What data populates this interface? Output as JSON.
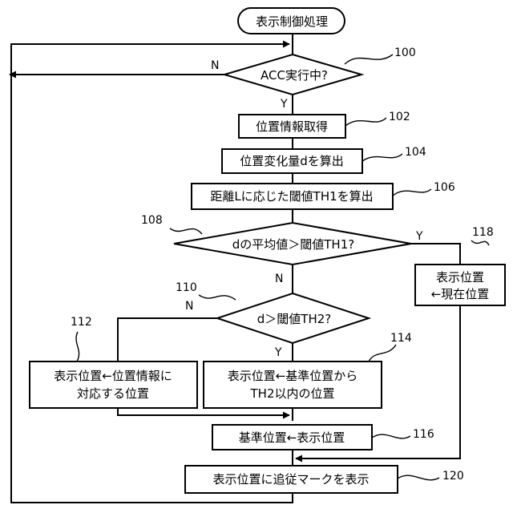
{
  "flowchart": {
    "start": {
      "label": "表示制御処理"
    },
    "steps": {
      "s100": {
        "label": "ACC実行中?",
        "ref": "100"
      },
      "s102": {
        "label": "位置情報取得",
        "ref": "102"
      },
      "s104": {
        "label": "位置変化量dを算出",
        "ref": "104"
      },
      "s106": {
        "label": "距離Lに応じた閾値TH1を算出",
        "ref": "106"
      },
      "s108": {
        "label": "dの平均値＞閾値TH1?",
        "ref": "108"
      },
      "s110": {
        "label": "d＞閾値TH2?",
        "ref": "110"
      },
      "s112": {
        "line1": "表示位置←位置情報に",
        "line2": "対応する位置",
        "ref": "112"
      },
      "s114": {
        "line1": "表示位置←基準位置から",
        "line2": "TH2以内の位置",
        "ref": "114"
      },
      "s116": {
        "label": "基準位置←表示位置",
        "ref": "116"
      },
      "s118": {
        "line1": "表示位置",
        "line2": "←現在位置",
        "ref": "118"
      },
      "s120": {
        "label": "表示位置に追従マークを表示",
        "ref": "120"
      }
    },
    "branch_labels": {
      "s100_no": "N",
      "s100_yes": "Y",
      "s108_yes": "Y",
      "s108_no": "N",
      "s110_no": "N",
      "s110_yes": "Y"
    }
  }
}
